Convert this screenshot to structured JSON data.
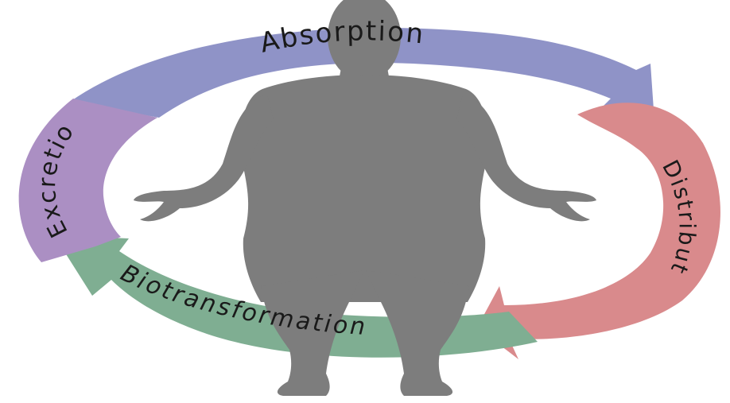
{
  "diagram": {
    "stages": [
      {
        "label": "Absorption",
        "color": "#8f93c7"
      },
      {
        "label": "Distribution",
        "color": "#d98a8c"
      },
      {
        "label": "Biotransformation",
        "color": "#7fae92"
      },
      {
        "label": "Excretion",
        "color": "#ab8fc3"
      }
    ],
    "figure_color": "#7d7d7d"
  }
}
